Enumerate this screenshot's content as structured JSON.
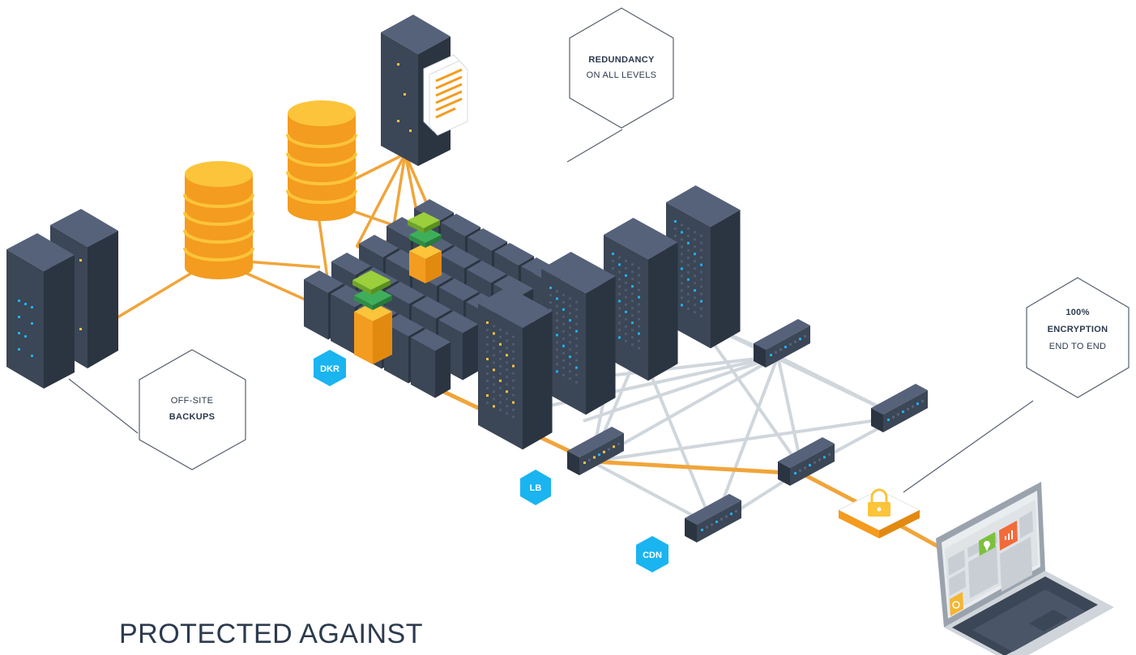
{
  "callouts": {
    "redundancy": {
      "line1": "REDUNDANCY",
      "line2": "ON ALL LEVELS"
    },
    "backups": {
      "line1": "OFF-SITE",
      "line2": "BACKUPS"
    },
    "encryption": {
      "line1": "100%",
      "line2": "ENCRYPTION",
      "line3": "END TO END"
    }
  },
  "badges": {
    "dkr": "DKR",
    "lb": "LB",
    "cdn": "CDN"
  },
  "headline": "PROTECTED AGAINST",
  "colors": {
    "server_dark": "#3b4656",
    "server_side": "#2b3441",
    "server_top": "#56627a",
    "disk_orange": "#f39c1f",
    "disk_yellow": "#fbc43a",
    "link_orange": "#f0a53a",
    "link_gray": "#cfd6dc",
    "badge_blue": "#1ab4f0",
    "hex_stroke": "#55606e",
    "text": "#2c3a4d",
    "led_blue": "#22b0f0",
    "led_yellow": "#f5c242",
    "green": "#5fae3a"
  },
  "icons": {
    "lock": "padlock-icon",
    "laptop": "laptop-icon",
    "document": "document-icon",
    "map_pin": "map-pin-icon",
    "chart": "bar-chart-icon",
    "power": "power-icon"
  }
}
